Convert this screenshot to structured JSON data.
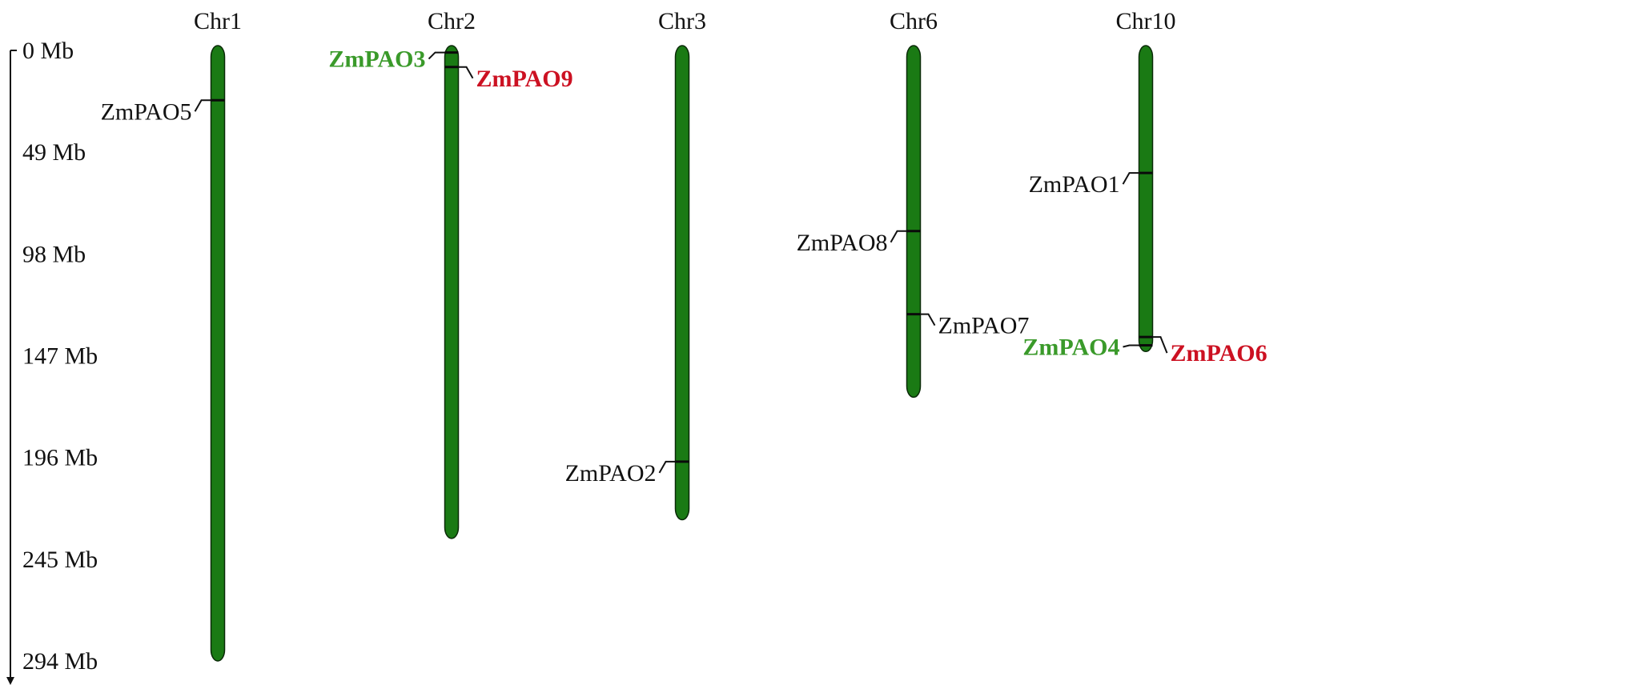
{
  "colors": {
    "chromosome_fill": "#1a7a14",
    "chromosome_stroke": "#0a2a08",
    "label_default": "#111111",
    "label_green": "#3a9a2a",
    "label_red": "#cc1122"
  },
  "scale": {
    "max_mb": 294,
    "ticks": [
      {
        "value": 0,
        "label": "0 Mb"
      },
      {
        "value": 49,
        "label": "49 Mb"
      },
      {
        "value": 98,
        "label": "98 Mb"
      },
      {
        "value": 147,
        "label": "147 Mb"
      },
      {
        "value": 196,
        "label": "196 Mb"
      },
      {
        "value": 245,
        "label": "245 Mb"
      },
      {
        "value": 294,
        "label": "294 Mb"
      }
    ]
  },
  "chromosomes": [
    {
      "name": "Chr1",
      "length_mb": 294,
      "genes": [
        {
          "name": "ZmPAO5",
          "position_mb": 24,
          "side": "left",
          "color": "default",
          "bold": false
        }
      ]
    },
    {
      "name": "Chr2",
      "length_mb": 235,
      "genes": [
        {
          "name": "ZmPAO3",
          "position_mb": 1,
          "side": "left",
          "color": "green",
          "bold": true
        },
        {
          "name": "ZmPAO9",
          "position_mb": 8,
          "side": "right",
          "color": "red",
          "bold": true
        }
      ]
    },
    {
      "name": "Chr3",
      "length_mb": 226,
      "genes": [
        {
          "name": "ZmPAO2",
          "position_mb": 198,
          "side": "left",
          "color": "default",
          "bold": false
        }
      ]
    },
    {
      "name": "Chr6",
      "length_mb": 167,
      "genes": [
        {
          "name": "ZmPAO8",
          "position_mb": 87,
          "side": "left",
          "color": "default",
          "bold": false
        },
        {
          "name": "ZmPAO7",
          "position_mb": 127,
          "side": "right",
          "color": "default",
          "bold": false
        }
      ]
    },
    {
      "name": "Chr10",
      "length_mb": 145,
      "genes": [
        {
          "name": "ZmPAO1",
          "position_mb": 59,
          "side": "left",
          "color": "default",
          "bold": false
        },
        {
          "name": "ZmPAO4",
          "position_mb": 142,
          "side": "left",
          "color": "green",
          "bold": true
        },
        {
          "name": "ZmPAO6",
          "position_mb": 138,
          "side": "right",
          "color": "red",
          "bold": true
        }
      ]
    }
  ]
}
